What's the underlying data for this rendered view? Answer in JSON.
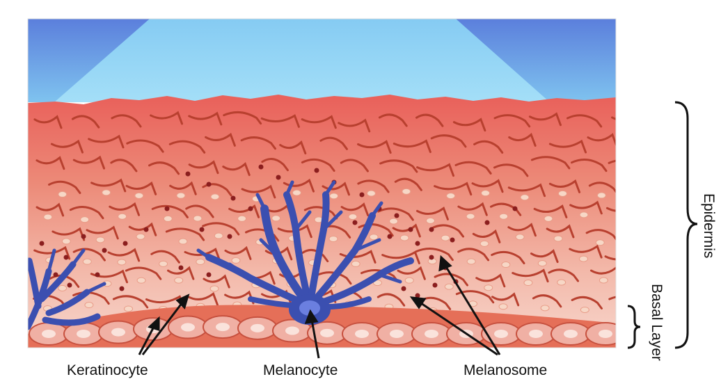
{
  "labels": {
    "keratinocyte": "Keratinocyte",
    "melanocyte": "Melanocyte",
    "melanosome": "Melanosome",
    "epidermis": "Epidermis",
    "basal_layer": "Basal Layer"
  },
  "colors": {
    "sky_top": "#5b7fdc",
    "sky_bottom": "#7fc3ef",
    "epidermis_top": "#e9605a",
    "epidermis_bottom": "#f6d4cc",
    "dermis": "#e56f58",
    "melanocyte": "#3b4fb0",
    "melanosome": "#8b1e1e",
    "basal_cell": "#f0b0a4",
    "cell_line": "#b8402f"
  },
  "icons": {
    "epidermis_bracket": "curly-brace-icon",
    "basal_bracket": "curly-brace-icon"
  }
}
